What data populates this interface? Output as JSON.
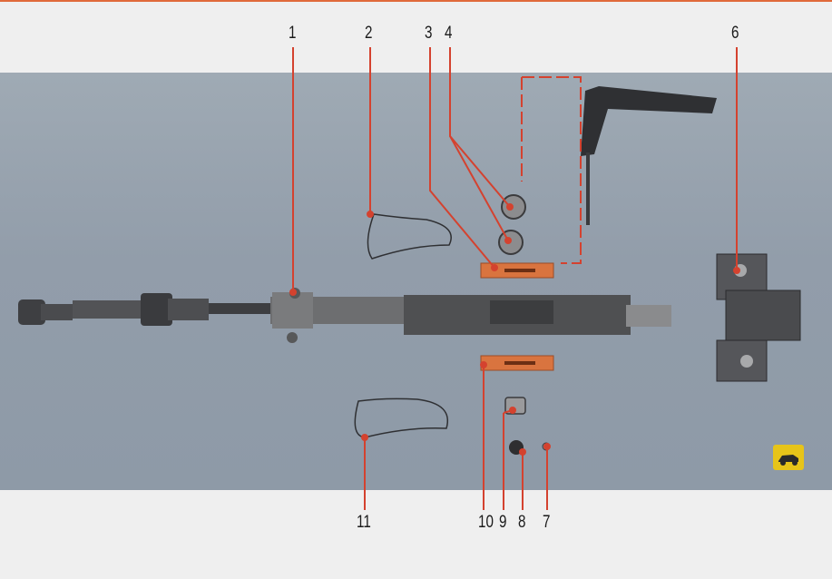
{
  "callouts": {
    "n1": "1",
    "n2": "2",
    "n3": "3",
    "n4": "4",
    "n6": "6",
    "n7": "7",
    "n8": "8",
    "n9": "9",
    "n10": "10",
    "n11": "11"
  },
  "colors": {
    "leader": "#d4422f",
    "gasket": "#d9743f",
    "background": "#95a0ac",
    "badge": "#e7c419"
  }
}
